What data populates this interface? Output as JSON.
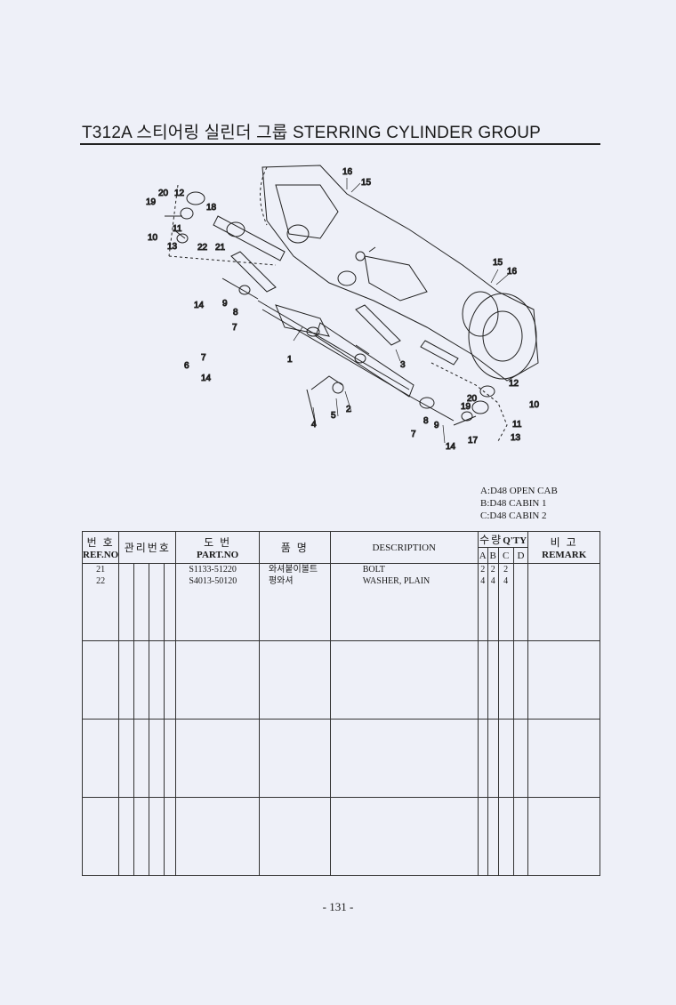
{
  "title": "T312A 스티어링 실린더 그룹 STERRING CYLINDER GROUP",
  "diagram": {
    "callouts": [
      "20",
      "12",
      "19",
      "18",
      "10",
      "11",
      "13",
      "22",
      "21",
      "16",
      "15",
      "15",
      "16",
      "14",
      "9",
      "8",
      "7",
      "1",
      "3",
      "6",
      "7",
      "14",
      "4",
      "5",
      "2",
      "12",
      "20",
      "19",
      "10",
      "11",
      "13",
      "17",
      "8",
      "9",
      "7",
      "14"
    ]
  },
  "legend": [
    "A:D48 OPEN CAB",
    "B:D48 CABIN 1",
    "C:D48 CABIN 2"
  ],
  "table": {
    "headers": {
      "ref_ko": "번 호",
      "ref_en": "REF.NO",
      "mgmt": "관리번호",
      "part_ko": "도   번",
      "part_en": "PART.NO",
      "name_ko": "품   명",
      "desc": "DESCRIPTION",
      "qty_ko": "수량",
      "qty_en": "Q'TY",
      "qty_cols": [
        "A",
        "B",
        "C",
        "D"
      ],
      "remark_ko": "비   고",
      "remark_en": "REMARK"
    },
    "rows": [
      {
        "ref": "21",
        "part_no": "S1133-51220",
        "name_ko": "와셔붙이볼트",
        "description": "BOLT",
        "a": "2",
        "b": "2",
        "c": "2",
        "d": ""
      },
      {
        "ref": "22",
        "part_no": "S4013-50120",
        "name_ko": "평와셔",
        "description": "WASHER, PLAIN",
        "a": "4",
        "b": "4",
        "c": "4",
        "d": ""
      }
    ]
  },
  "page_number": "- 131 -"
}
